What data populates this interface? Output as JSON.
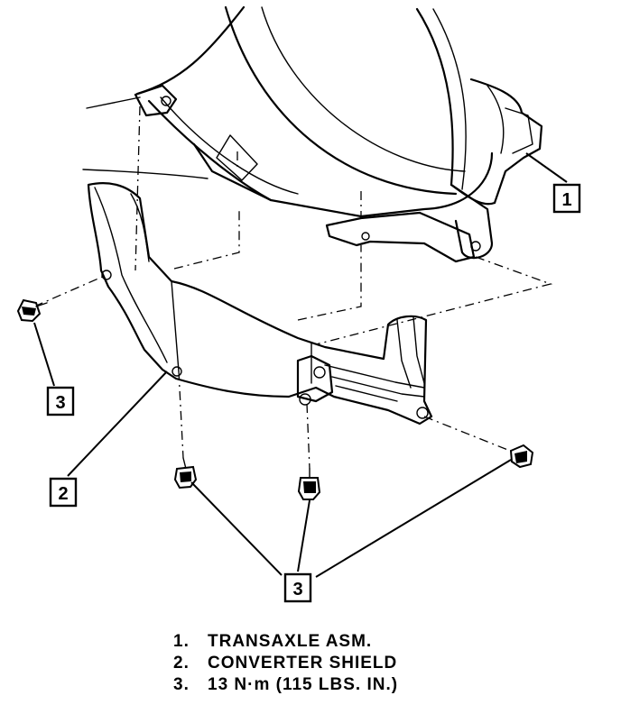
{
  "callouts": [
    {
      "id": "callout-1",
      "label": "1"
    },
    {
      "id": "callout-2",
      "label": "2"
    },
    {
      "id": "callout-3a",
      "label": "3"
    },
    {
      "id": "callout-3b",
      "label": "3"
    }
  ],
  "legend": [
    {
      "num": "1.",
      "text": "TRANSAXLE ASM."
    },
    {
      "num": "2.",
      "text": "CONVERTER SHIELD"
    },
    {
      "num": "3.",
      "text": "13 N·m (115 LBS. IN.)"
    }
  ]
}
